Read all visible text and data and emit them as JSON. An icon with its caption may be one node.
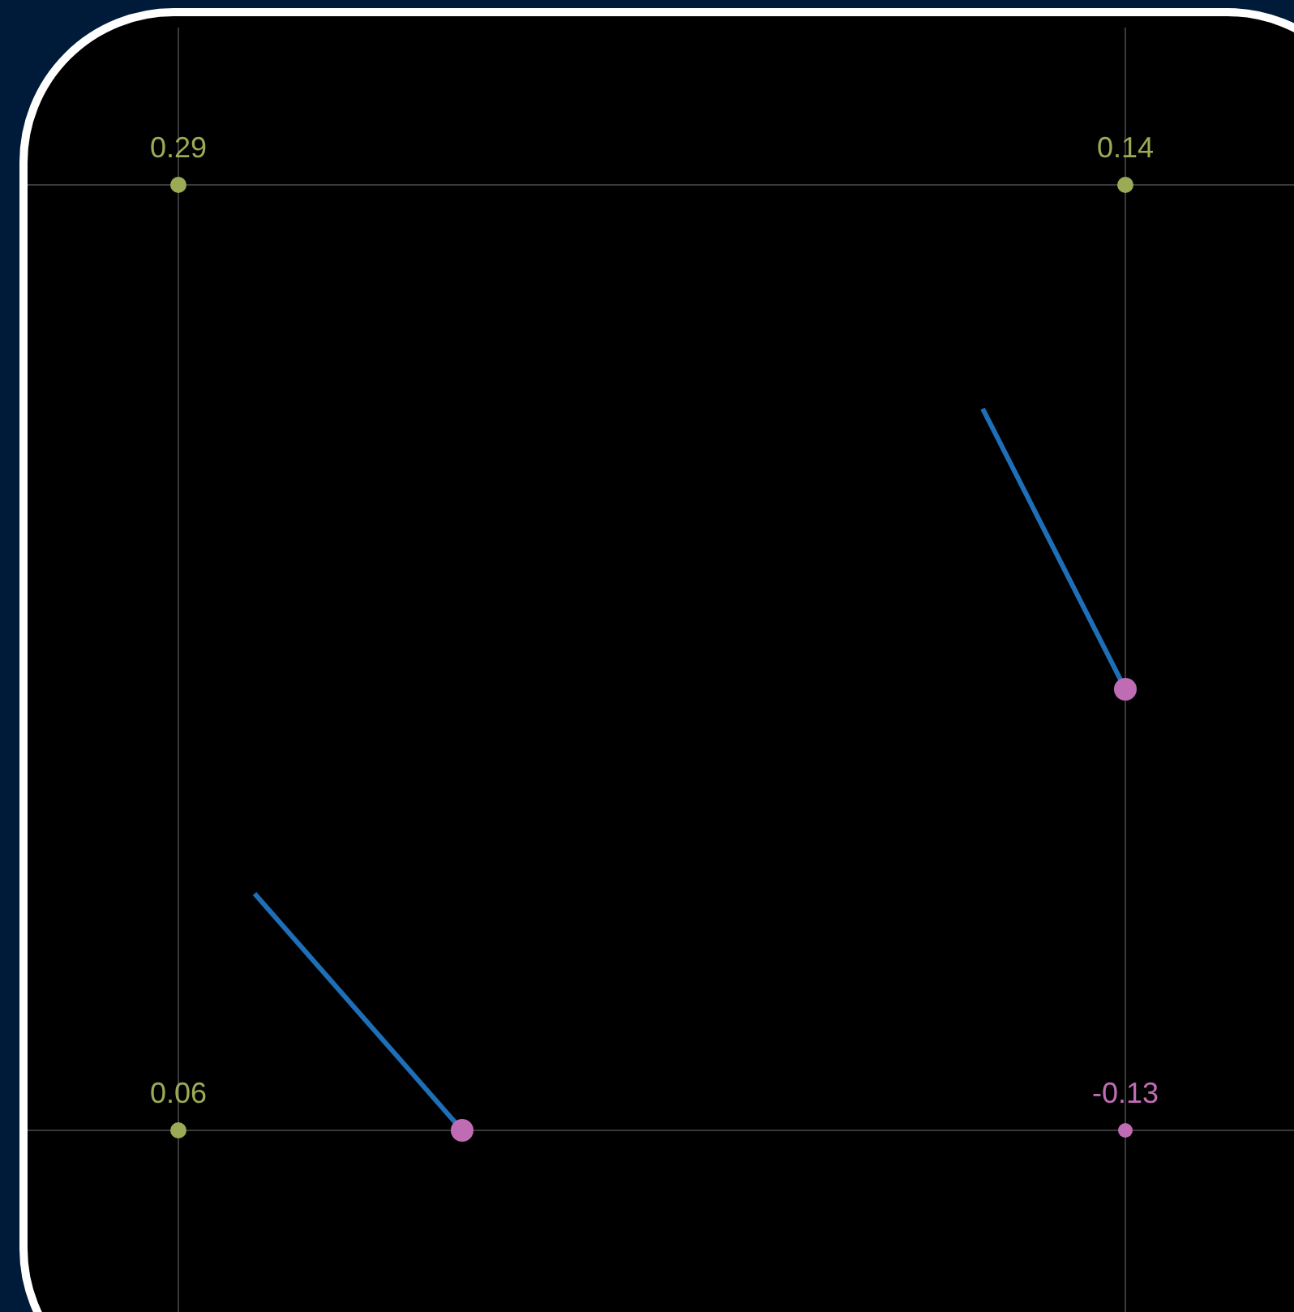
{
  "diagram": {
    "labels": [
      "0.29",
      "0.14",
      "0.06",
      "-0.13"
    ]
  }
}
